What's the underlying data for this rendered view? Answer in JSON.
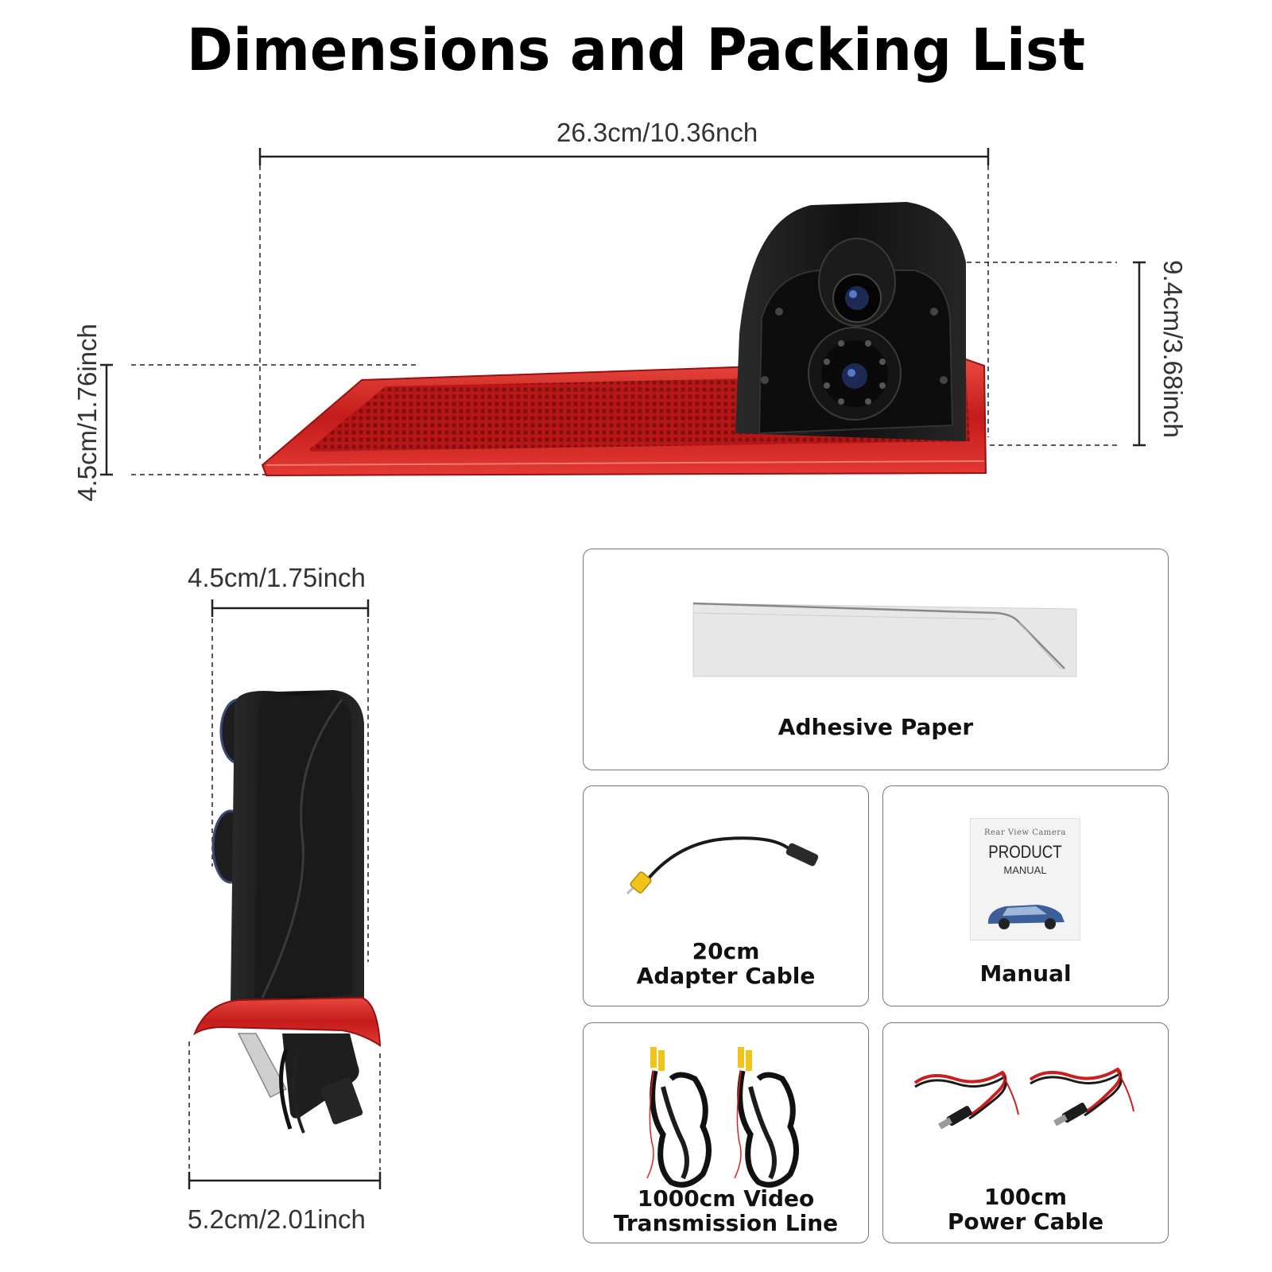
{
  "title": "Dimensions and Packing List",
  "dimensions": {
    "width_top": "26.3cm/10.36nch",
    "height_left": "4.5cm/1.76inch",
    "height_right": "9.4cm/3.68inch",
    "side_top": "4.5cm/1.75inch",
    "side_bottom": "5.2cm/2.01inch"
  },
  "packing_list": [
    {
      "label": "Adhesive Paper",
      "icon": "adhesive-paper-icon"
    },
    {
      "label_line1": "20cm",
      "label_line2": "Adapter Cable",
      "icon": "adapter-cable-icon"
    },
    {
      "label": "Manual",
      "icon": "manual-icon",
      "cover": {
        "top": "Rear View Camera",
        "big": "PRODUCT",
        "small": "MANUAL"
      }
    },
    {
      "label_line1": "1000cm Video",
      "label_line2": "Transmission Line",
      "icon": "video-cable-icon"
    },
    {
      "label_line1": "100cm",
      "label_line2": "Power Cable",
      "icon": "power-cable-icon"
    }
  ],
  "colors": {
    "brake_light_red": "#d61f1f",
    "camera_black": "#151515",
    "border_gray": "#777777"
  }
}
